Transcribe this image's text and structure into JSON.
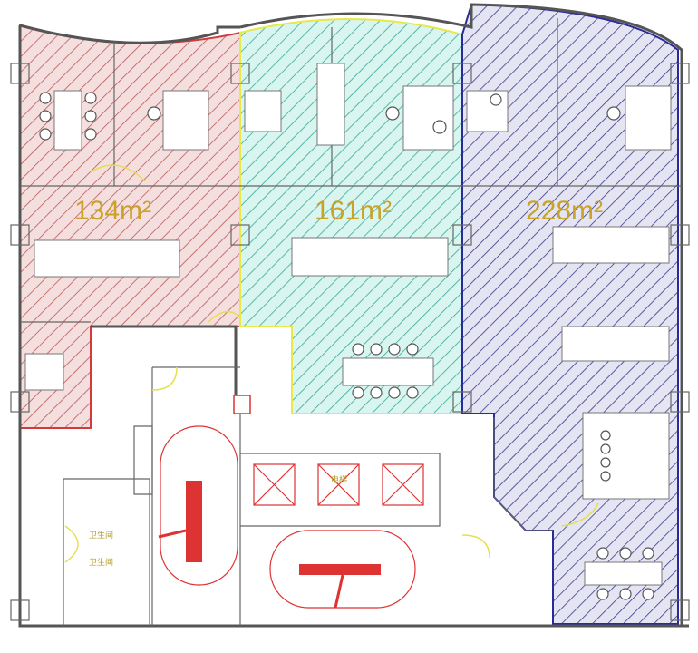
{
  "zones": [
    {
      "label": "134m²",
      "color": "#d33a3a",
      "hatch": "#c96a6a"
    },
    {
      "label": "161m²",
      "color": "#e8e84a",
      "hatch": "#3fb8a8"
    },
    {
      "label": "228m²",
      "color": "#2a2a9a",
      "hatch": "#3a3a8a"
    }
  ],
  "rooms": {
    "elevator": "电梯",
    "restroom_upper": "卫生间",
    "restroom_lower": "卫生间"
  }
}
